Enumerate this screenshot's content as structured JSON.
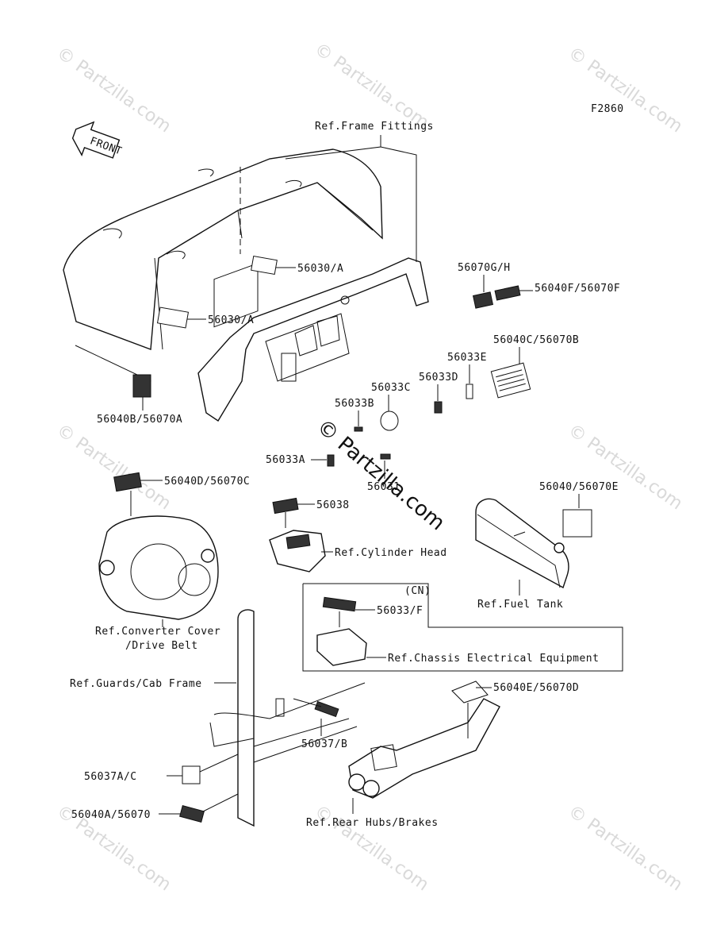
{
  "figure_code": "F2860",
  "front_arrow_label": "FRONT",
  "watermark": "© Partzilla.com",
  "center_watermark": "© Partzilla.com",
  "box_label": "(CN)",
  "labels": {
    "frame_fittings": "Ref.Frame Fittings",
    "l_56030a_top": "56030/A",
    "l_56030a_left": "56030/A",
    "l_56070gh": "56070G/H",
    "l_56040f": "56040F/56070F",
    "l_56040c": "56040C/56070B",
    "l_56033e": "56033E",
    "l_56033d": "56033D",
    "l_56033c": "56033C",
    "l_56033b": "56033B",
    "l_56040b": "56040B/56070A",
    "l_56033a": "56033A",
    "l_56031": "56031",
    "l_56040d": "56040D/56070C",
    "l_56038": "56038",
    "l_cyl_head": "Ref.Cylinder Head",
    "l_56040e_top": "56040/56070E",
    "l_fuel_tank": "Ref.Fuel Tank",
    "l_conv_cover1": "Ref.Converter Cover",
    "l_conv_cover2": "/Drive Belt",
    "l_56033f": "56033/F",
    "l_chassis": "Ref.Chassis Electrical Equipment",
    "l_guards": "Ref.Guards/Cab Frame",
    "l_56040e": "56040E/56070D",
    "l_56037b": "56037/B",
    "l_56037ac": "56037A/C",
    "l_56040a": "56040A/56070",
    "l_rear_hubs": "Ref.Rear Hubs/Brakes"
  }
}
